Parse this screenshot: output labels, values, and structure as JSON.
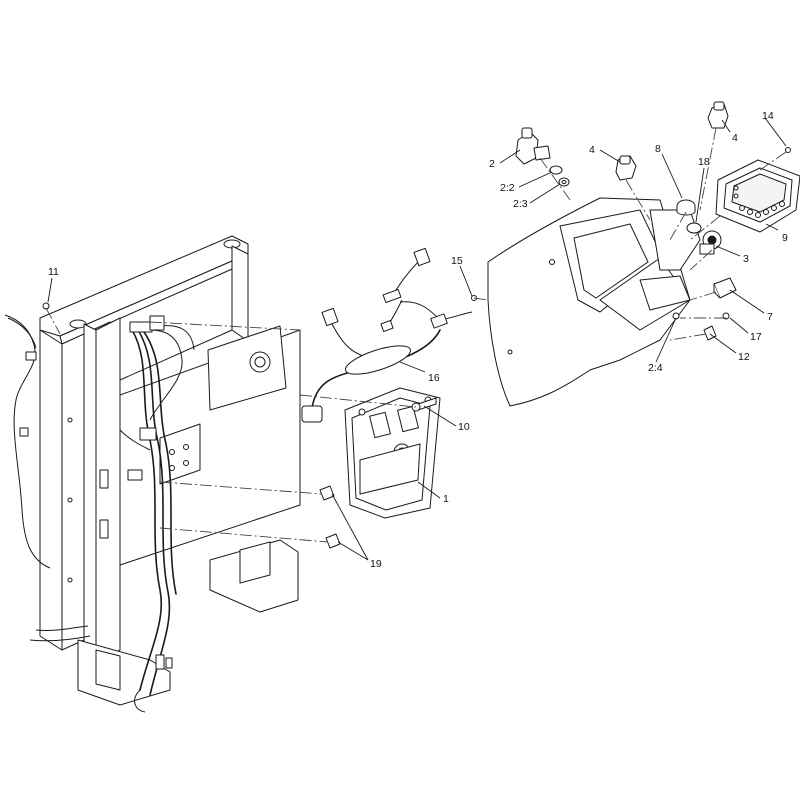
{
  "callouts": [
    {
      "id": "c1",
      "text": "1"
    },
    {
      "id": "c2",
      "text": "2"
    },
    {
      "id": "c2_2",
      "text": "2:2"
    },
    {
      "id": "c2_3",
      "text": "2:3"
    },
    {
      "id": "c2_4",
      "text": "2:4"
    },
    {
      "id": "c3",
      "text": "3"
    },
    {
      "id": "c4a",
      "text": "4"
    },
    {
      "id": "c4b",
      "text": "4"
    },
    {
      "id": "c7",
      "text": "7"
    },
    {
      "id": "c8",
      "text": "8"
    },
    {
      "id": "c9",
      "text": "9"
    },
    {
      "id": "c10",
      "text": "10"
    },
    {
      "id": "c11",
      "text": "11"
    },
    {
      "id": "c12",
      "text": "12"
    },
    {
      "id": "c14",
      "text": "14"
    },
    {
      "id": "c15",
      "text": "15"
    },
    {
      "id": "c16",
      "text": "16"
    },
    {
      "id": "c17",
      "text": "17"
    },
    {
      "id": "c18",
      "text": "18"
    },
    {
      "id": "c19",
      "text": "19"
    }
  ]
}
